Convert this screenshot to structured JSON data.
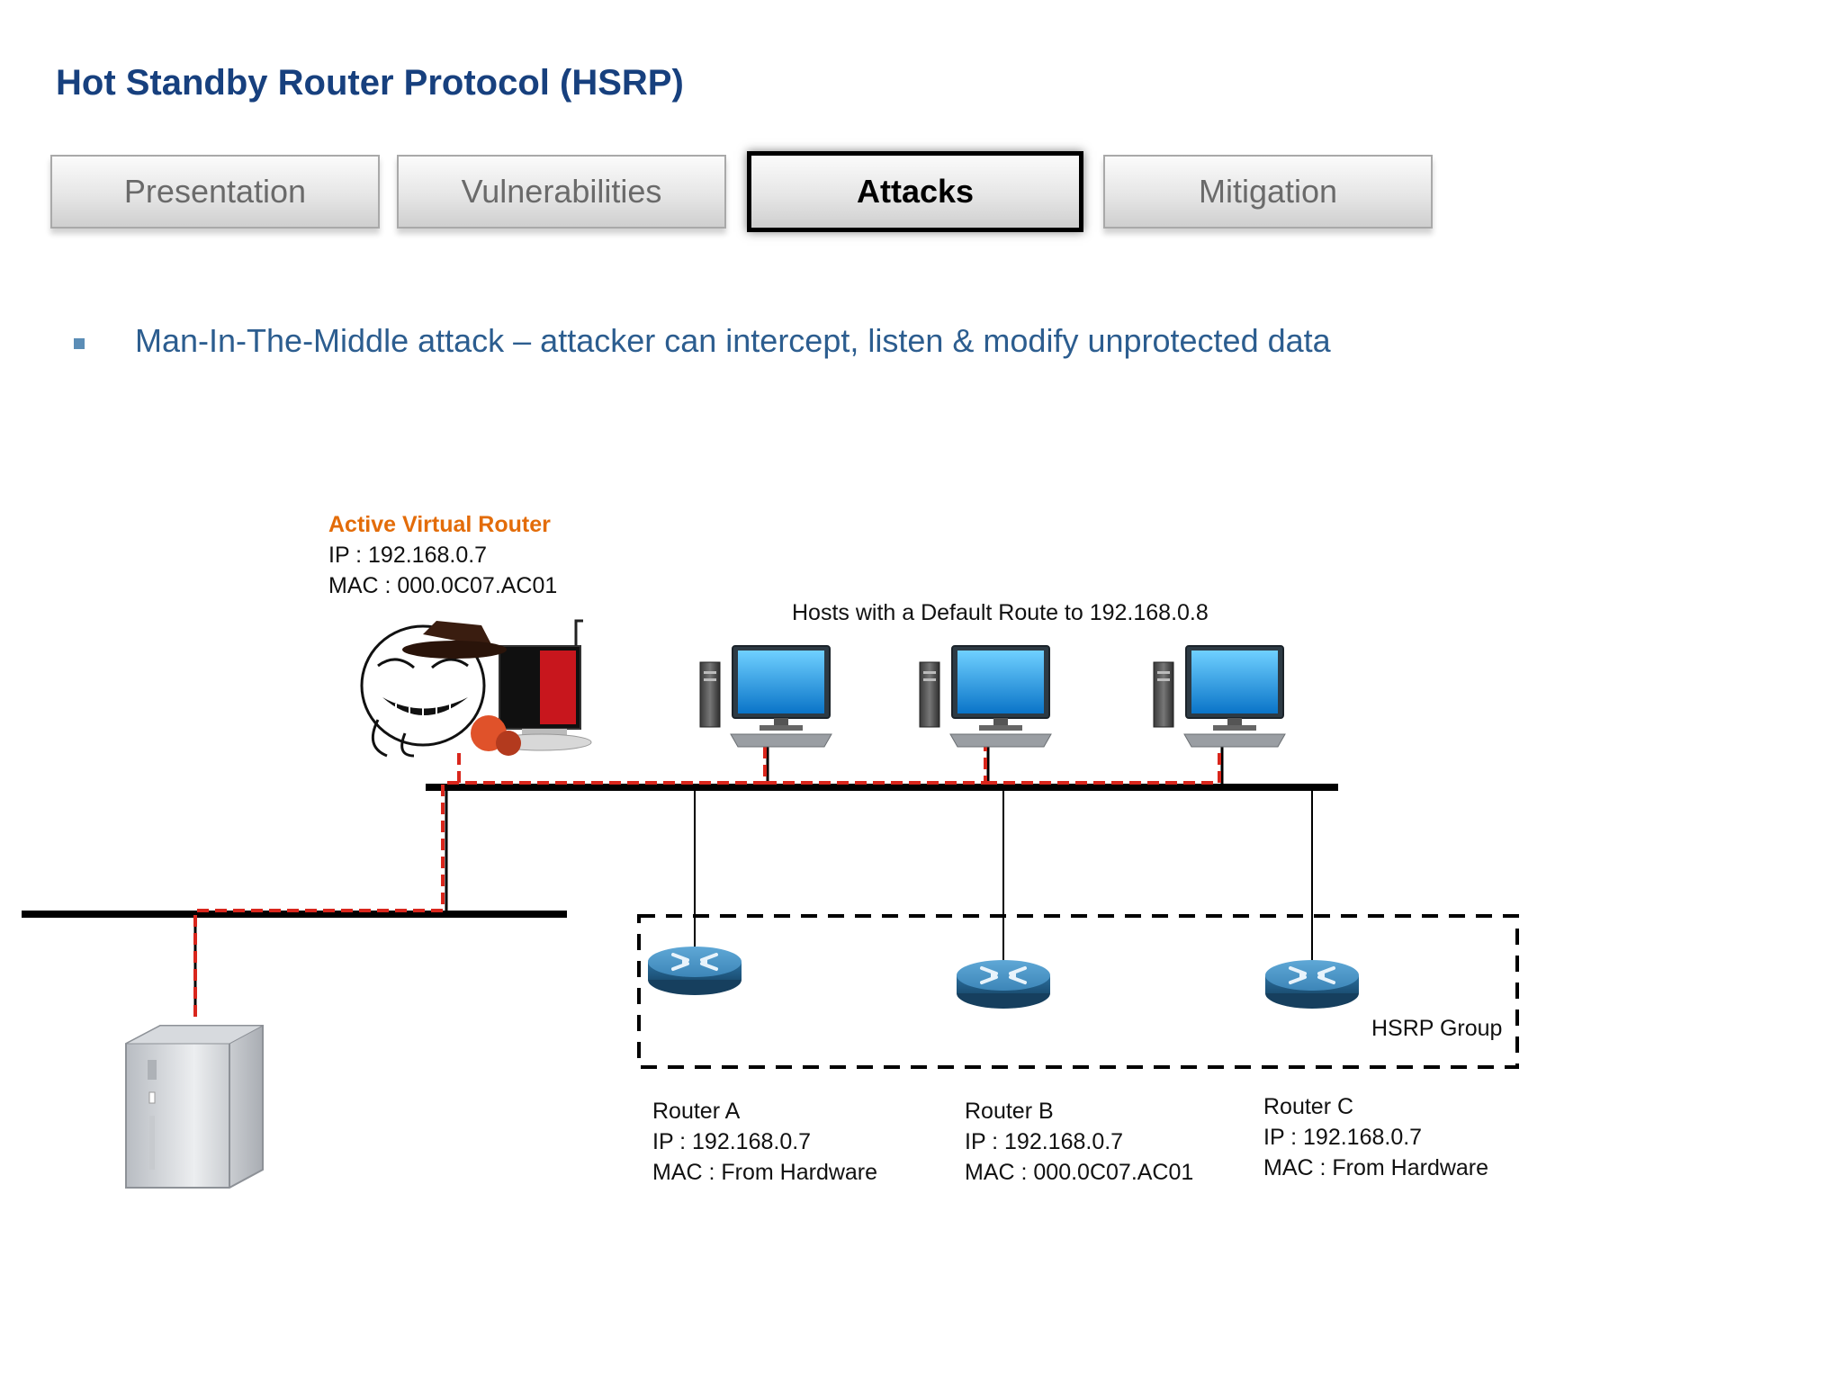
{
  "header": {
    "title": "Hot Standby Router Protocol (HSRP)"
  },
  "tabs": [
    {
      "label": "Presentation",
      "active": false
    },
    {
      "label": "Vulnerabilities",
      "active": false
    },
    {
      "label": "Attacks",
      "active": true
    },
    {
      "label": "Mitigation",
      "active": false
    }
  ],
  "bullet": {
    "text": "Man-In-The-Middle attack – attacker can intercept, listen & modify unprotected data"
  },
  "diagram": {
    "attacker": {
      "title": "Active Virtual Router",
      "ip": "IP : 192.168.0.7",
      "mac": "MAC : 000.0C07.AC01"
    },
    "hosts_label": "Hosts with a Default Route to 192.168.0.8",
    "group_label": "HSRP Group",
    "routers": [
      {
        "name": "Router A",
        "ip": "IP : 192.168.0.7",
        "mac": "MAC : From Hardware"
      },
      {
        "name": "Router B",
        "ip": "IP : 192.168.0.7",
        "mac": "MAC : 000.0C07.AC01"
      },
      {
        "name": "Router C",
        "ip": "IP : 192.168.0.7",
        "mac": "MAC : From Hardware"
      }
    ],
    "colors": {
      "attack_path": "#d9261c",
      "orange": "#e36c09",
      "router": "#3d86b8"
    }
  }
}
